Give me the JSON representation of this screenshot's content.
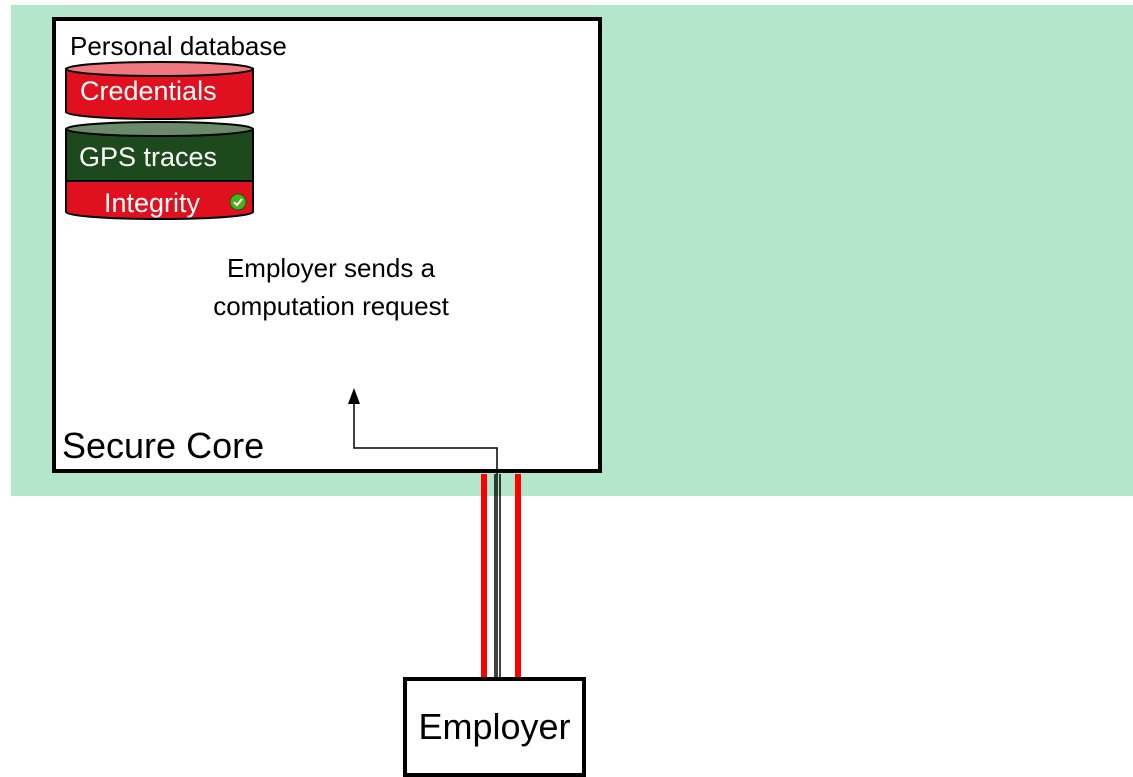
{
  "diagram": {
    "database_title": "Personal database",
    "credentials_label": "Credentials",
    "gps_label": "GPS traces",
    "integrity_label": "Integrity",
    "integrity_icon": "check-circle-icon",
    "request_text": "Employer sends a computation request",
    "secure_core_label": "Secure Core",
    "employer_label": "Employer"
  },
  "colors": {
    "zone_background": "#b3e6cb",
    "credentials_red": "#e0101e",
    "gps_green": "#1c4a1c",
    "channel_red": "#ff0000",
    "check_green": "#4caf20"
  }
}
